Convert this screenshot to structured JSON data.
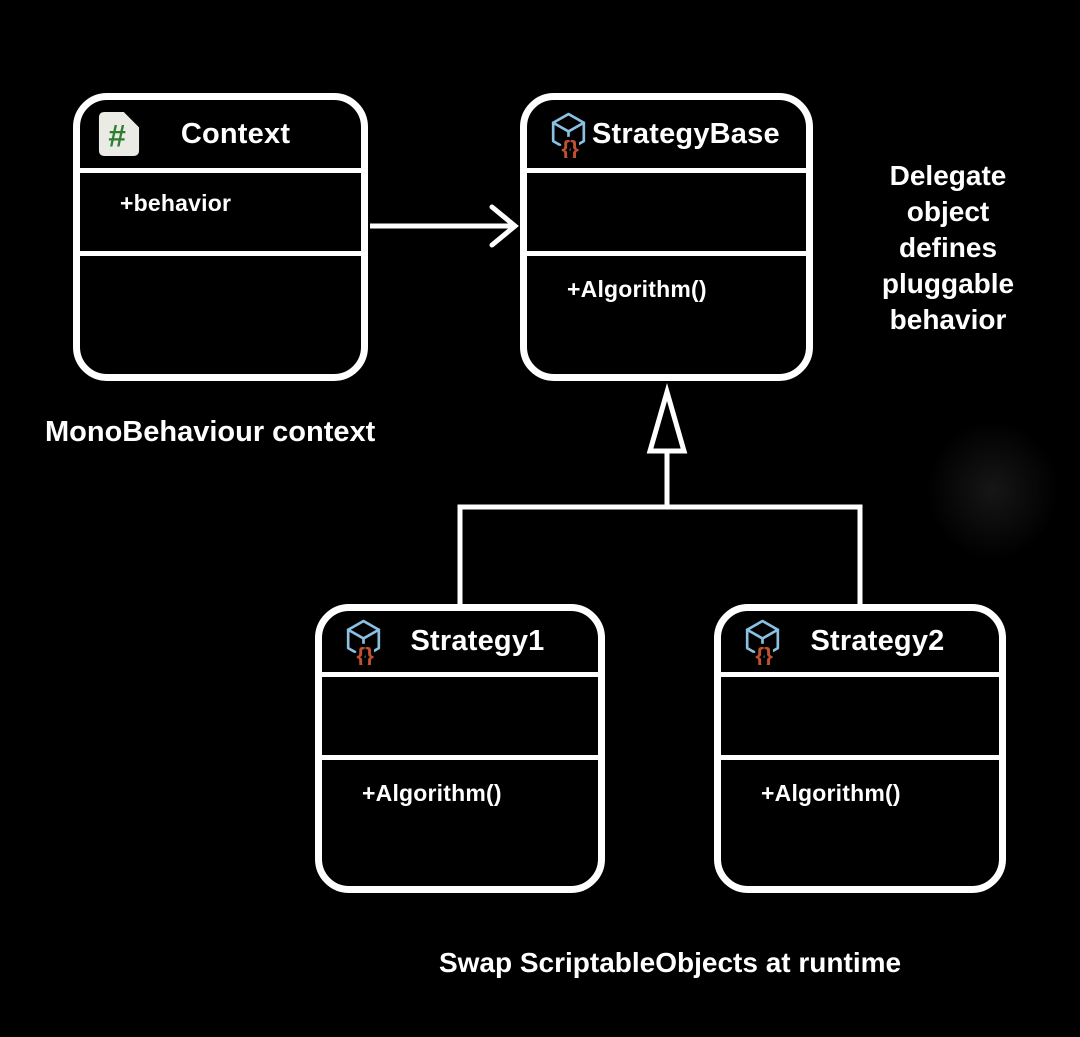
{
  "colors": {
    "background": "#000000",
    "line": "#ffffff",
    "text": "#ffffff",
    "script_icon_green": "#2e7d32",
    "script_icon_page": "#ebebe6",
    "scriptable_object_cube_blue": "#8ac0e2",
    "scriptable_object_braces_orange": "#c1502e"
  },
  "classes": [
    {
      "title": "Context",
      "icon": "csharp-script-icon",
      "attributes": "+behavior",
      "methods": ""
    },
    {
      "title": "StrategyBase",
      "icon": "scriptable-object-icon",
      "attributes": "",
      "methods": "+Algorithm()"
    },
    {
      "title": "Strategy1",
      "icon": "scriptable-object-icon",
      "attributes": "",
      "methods": "+Algorithm()"
    },
    {
      "title": "Strategy2",
      "icon": "scriptable-object-icon",
      "attributes": "",
      "methods": "+Algorithm()"
    }
  ],
  "labels": {
    "context_caption": "MonoBehaviour context",
    "delegate_note": "Delegate object defines pluggable behavior",
    "runtime_caption": "Swap ScriptableObjects at runtime"
  },
  "icon_glyphs": {
    "csharp": "#",
    "braces": "{}"
  }
}
